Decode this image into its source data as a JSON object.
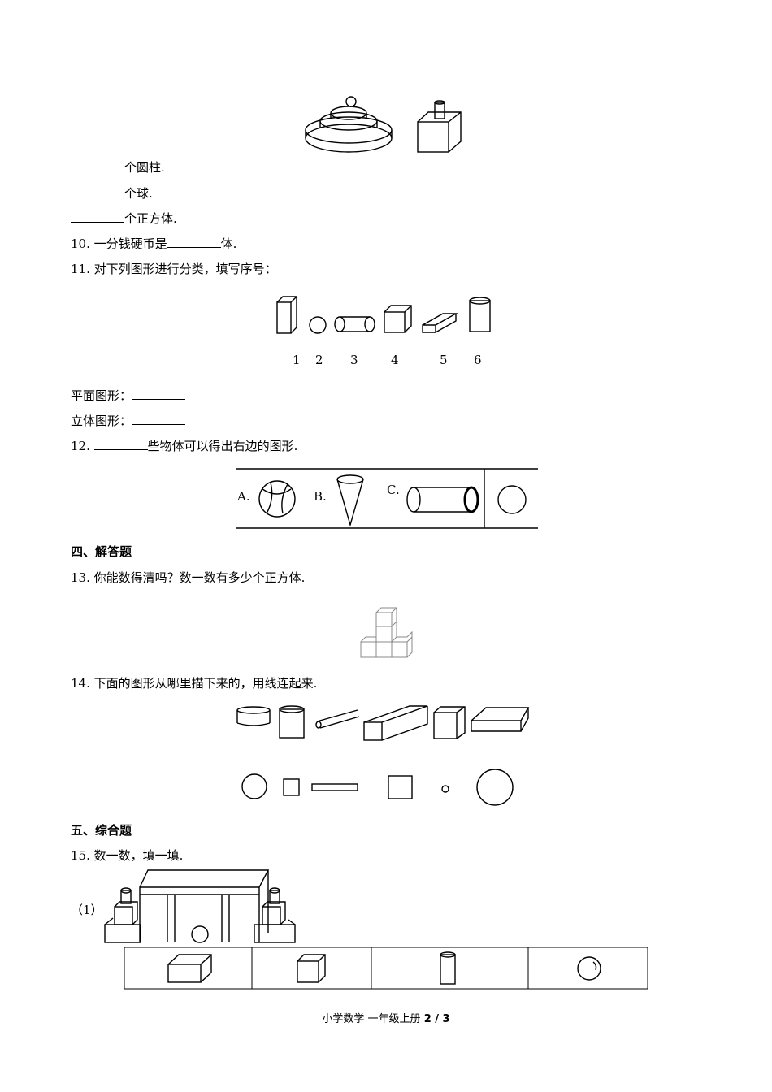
{
  "q9": {
    "cylinder_line": "个圆柱.",
    "sphere_line": "个球.",
    "cube_line": "个正方体."
  },
  "q10": {
    "pre": "10. 一分钱硬币是",
    "post": "体."
  },
  "q11": {
    "title": "11. 对下列图形进行分类，填写序号：",
    "labels": [
      "1",
      "2",
      "3",
      "4",
      "5",
      "6"
    ],
    "plane": "平面图形：",
    "solid": "立体图形："
  },
  "q12": {
    "pre": "12. ",
    "post": "些物体可以得出右边的图形.",
    "options": [
      "A.",
      "B.",
      "C."
    ]
  },
  "section4": "四、解答题",
  "q13": "13. 你能数得清吗？数一数有多少个正方体.",
  "q14": "14. 下面的图形从哪里描下来的，用线连起来.",
  "section5": "五、综合题",
  "q15": {
    "title": "15. 数一数，填一填.",
    "sub": "（1）"
  },
  "footer": {
    "subject": "小学数学  一年级上册 ",
    "page": "2 / 3"
  }
}
